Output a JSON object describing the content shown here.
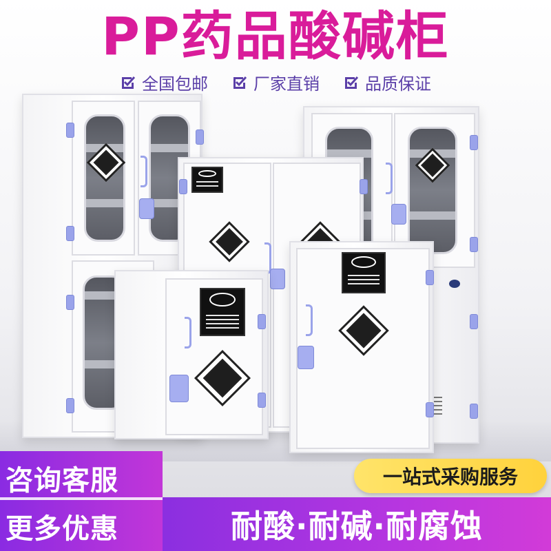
{
  "title": "PP药品酸碱柜",
  "features": [
    {
      "icon": "check-box-icon",
      "label": "全国包邮"
    },
    {
      "icon": "check-box-icon",
      "label": "厂家直销"
    },
    {
      "icon": "check-box-icon",
      "label": "品质保证"
    }
  ],
  "promo": {
    "left_line1": "咨询客服",
    "left_line2": "更多优惠",
    "pill": "一站式采购服务",
    "bottom": "耐酸·耐碱·耐腐蚀"
  },
  "colors": {
    "title": "#d91c9a",
    "feature": "#5b3fa8",
    "purple": "#8a2be2",
    "pill": "#ffd23c",
    "hinge": "#9aa3ea"
  }
}
